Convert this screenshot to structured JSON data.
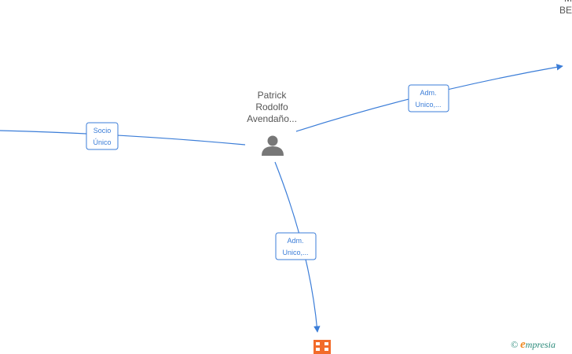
{
  "nodes": {
    "person": {
      "name_lines": [
        "Patrick",
        "Rodolfo",
        "Avendaño..."
      ],
      "icon": "person-icon"
    },
    "corner": {
      "name_lines": [
        "",
        "M",
        "BE"
      ]
    },
    "company": {
      "icon": "building-icon"
    }
  },
  "edges": [
    {
      "id": "left",
      "label_lines": [
        "Socio",
        "Único"
      ]
    },
    {
      "id": "right",
      "label_lines": [
        "Adm.",
        "Unico,..."
      ]
    },
    {
      "id": "down",
      "label_lines": [
        "Adm.",
        "Unico,..."
      ]
    }
  ],
  "watermark": {
    "copyright": "©",
    "brand_initial": "e",
    "brand_rest": "mpresia"
  },
  "colors": {
    "edge": "#3b7dd8",
    "person": "#777777",
    "company": "#f26b2a",
    "brand": "#f08a24"
  }
}
